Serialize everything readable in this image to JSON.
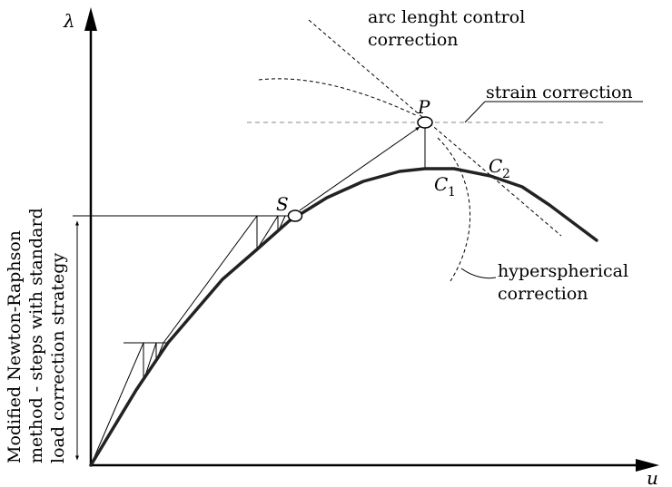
{
  "axes": {
    "y_label": "λ",
    "x_label": "u"
  },
  "points": {
    "P": "P",
    "S": "S",
    "C1_base": "C",
    "C1_sub": "1",
    "C2_base": "C",
    "C2_sub": "2"
  },
  "annotations": {
    "arc_length_line1": "arc lenght control",
    "arc_length_line2": "correction",
    "strain_correction": "strain correction",
    "hyperspherical_line1": "hyperspherical",
    "hyperspherical_line2": "correction"
  },
  "side_label": {
    "line1": "Modified Newton-Raphson",
    "line2": "method - steps with standard",
    "line3": "load correction strategy"
  }
}
